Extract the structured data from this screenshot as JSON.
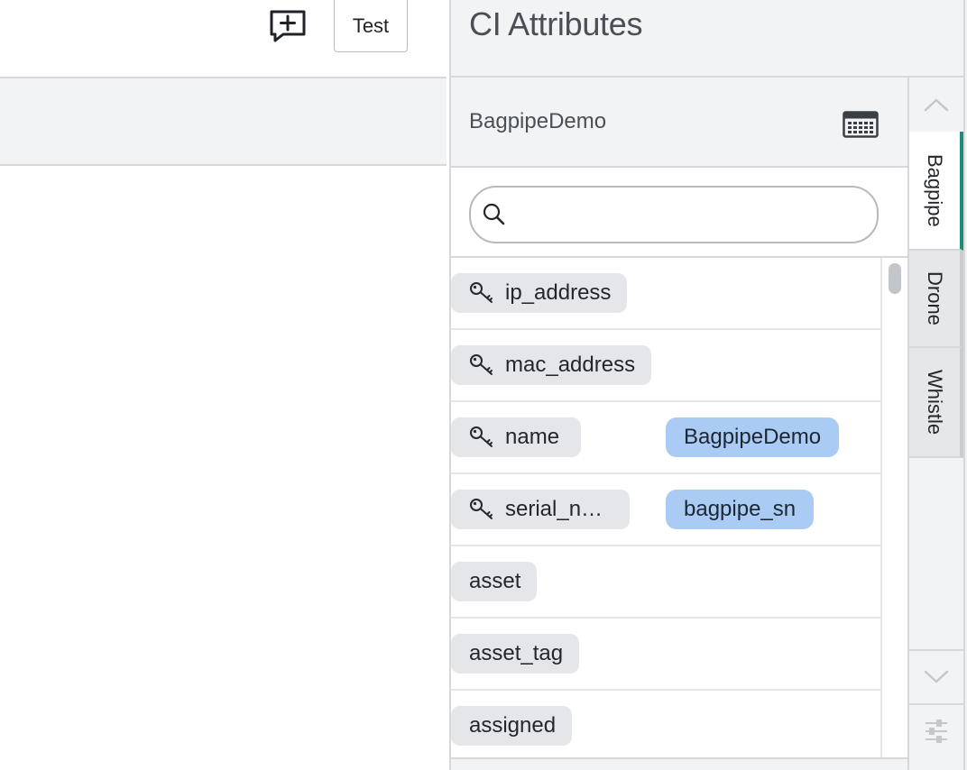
{
  "toolbar": {
    "comment_icon": "comment-add-icon",
    "test_label": "Test"
  },
  "panel": {
    "title": "CI Attributes",
    "record_name": "BagpipeDemo",
    "calculator_icon": "calculator-icon",
    "search": {
      "placeholder": "",
      "value": ""
    }
  },
  "attributes": [
    {
      "name": "ip_address",
      "key": true,
      "value": ""
    },
    {
      "name": "mac_address",
      "key": true,
      "value": ""
    },
    {
      "name": "name",
      "key": true,
      "value": "BagpipeDemo"
    },
    {
      "name": "serial_n…",
      "key": true,
      "value": "bagpipe_sn"
    },
    {
      "name": "asset",
      "key": false,
      "value": ""
    },
    {
      "name": "asset_tag",
      "key": false,
      "value": ""
    },
    {
      "name": "assigned",
      "key": false,
      "value": ""
    }
  ],
  "side_tabs": [
    {
      "label": "Bagpipe",
      "active": true
    },
    {
      "label": "Drone",
      "active": false
    },
    {
      "label": "Whistle",
      "active": false
    }
  ],
  "colors": {
    "accent": "#1f8c77",
    "value_pill": "#aacbf4",
    "attr_pill": "#e4e6e9",
    "panel_bg": "#f2f3f4"
  }
}
